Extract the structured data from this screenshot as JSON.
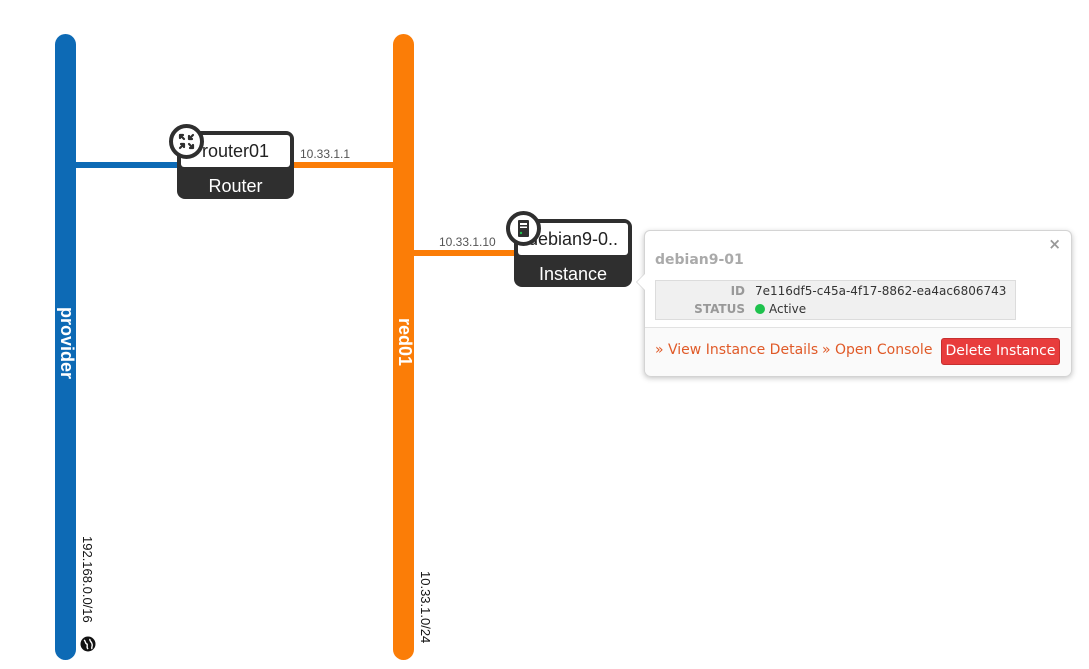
{
  "networks": [
    {
      "name": "provider",
      "cidr": "192.168.0.0/16",
      "color": "#0d6ab5",
      "external": true,
      "icon": "globe-icon"
    },
    {
      "name": "red01",
      "cidr": "10.33.1.0/24",
      "color": "#fb7d07"
    }
  ],
  "router": {
    "name": "router01",
    "type": "Router",
    "icon": "router-icon",
    "port_ip": "10.33.1.1"
  },
  "instance": {
    "name": "debian9-0..",
    "type": "Instance",
    "icon": "server-icon",
    "port_ip": "10.33.1.10"
  },
  "balloon": {
    "title": "debian9-01",
    "close": "×",
    "id_label": "ID",
    "id_value": "7e116df5-c45a-4f17-8862-ea4ac6806743",
    "status_label": "STATUS",
    "status_value": "Active",
    "status_color": "#1ec24d",
    "view_details": "» View Instance Details",
    "open_console": "» Open Console",
    "delete_button": "Delete Instance",
    "delete_color": "#e83c3c"
  }
}
